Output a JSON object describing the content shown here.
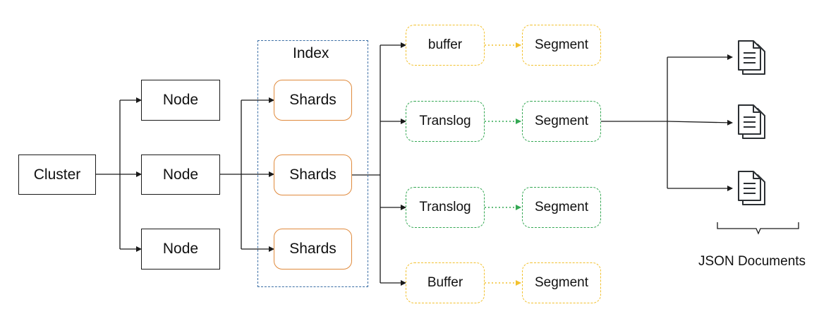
{
  "cluster": {
    "label": "Cluster"
  },
  "nodes": [
    {
      "label": "Node"
    },
    {
      "label": "Node"
    },
    {
      "label": "Node"
    }
  ],
  "index": {
    "title": "Index",
    "shards": [
      {
        "label": "Shards"
      },
      {
        "label": "Shards"
      },
      {
        "label": "Shards"
      }
    ]
  },
  "storage_rows": [
    {
      "source": "buffer",
      "target": "Segment",
      "style": "yellow"
    },
    {
      "source": "Translog",
      "target": "Segment",
      "style": "green"
    },
    {
      "source": "Translog",
      "target": "Segment",
      "style": "green"
    },
    {
      "source": "Buffer",
      "target": "Segment",
      "style": "yellow"
    }
  ],
  "documents": {
    "icon": "document-icon",
    "count": 3,
    "caption": "JSON Documents"
  },
  "colors": {
    "line": "#1a1a1a",
    "shard_border": "#e08a3c",
    "index_border": "#3b6ea5",
    "buffer_border": "#f2c12e",
    "translog_border": "#34a853"
  }
}
